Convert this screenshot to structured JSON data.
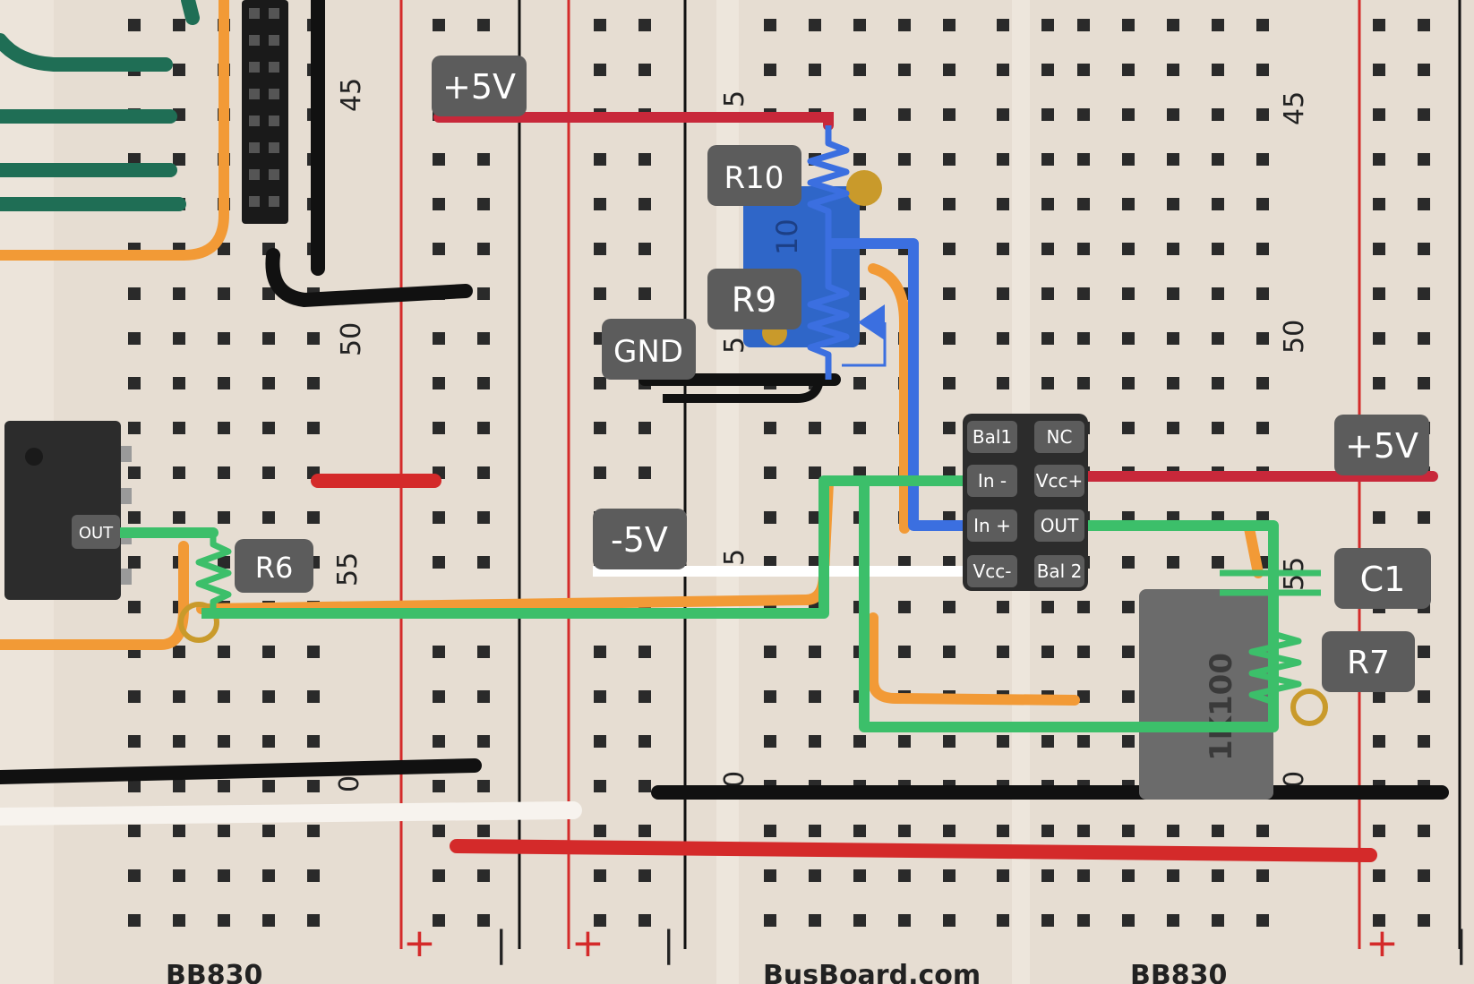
{
  "labels": {
    "vplus_top": "+5V",
    "vplus_right": "+5V",
    "vminus": "-5V",
    "gnd": "GND",
    "r10": "R10",
    "r9": "R9",
    "r6": "R6",
    "r7": "R7",
    "c1": "C1",
    "left_out": "OUT"
  },
  "opamp_pins": {
    "bal1": "Bal1",
    "nc": "NC",
    "in_minus": "In -",
    "vcc_plus": "Vcc+",
    "in_plus": "In +",
    "out": "OUT",
    "vcc_minus": "Vcc-",
    "bal2": "Bal 2"
  },
  "board_print": {
    "row_45_left": "45",
    "row_50_left": "50",
    "row_55_left": "55",
    "row_45_right": "45",
    "row_50_right": "50",
    "row_55_right": "55",
    "row_5_a": "5",
    "row_5_b": "5",
    "row_5_c": "5",
    "row_0_left": "0",
    "row_0_mid": "0",
    "row_0_right": "0",
    "pot_marking": "10",
    "cap_marking": "1K100",
    "plus_1": "+",
    "minus_1": "|",
    "plus_2": "+",
    "minus_2": "|",
    "plus_3": "+",
    "minus_3": "|",
    "bottom_left": "BB830",
    "bottom_mid": "BusBoard.com",
    "bottom_right": "BB830"
  },
  "colors": {
    "board": "#e6ddd2",
    "rail_red": "#d42a2a",
    "rail_black": "#111111",
    "hole": "#2a2a2a",
    "wire_red": "#c8283a",
    "wire_green": "#3cbf6a",
    "wire_blue": "#3b6fe0",
    "wire_white": "#ffffff",
    "wire_black": "#111111",
    "wire_orange": "#f29a36",
    "wire_teal": "#1f6e55",
    "label_bg": "#5c5c5c",
    "chip_bg": "#2c2c2c",
    "pot_blue": "#2f66c8",
    "cap_grey": "#6b6b6b"
  }
}
